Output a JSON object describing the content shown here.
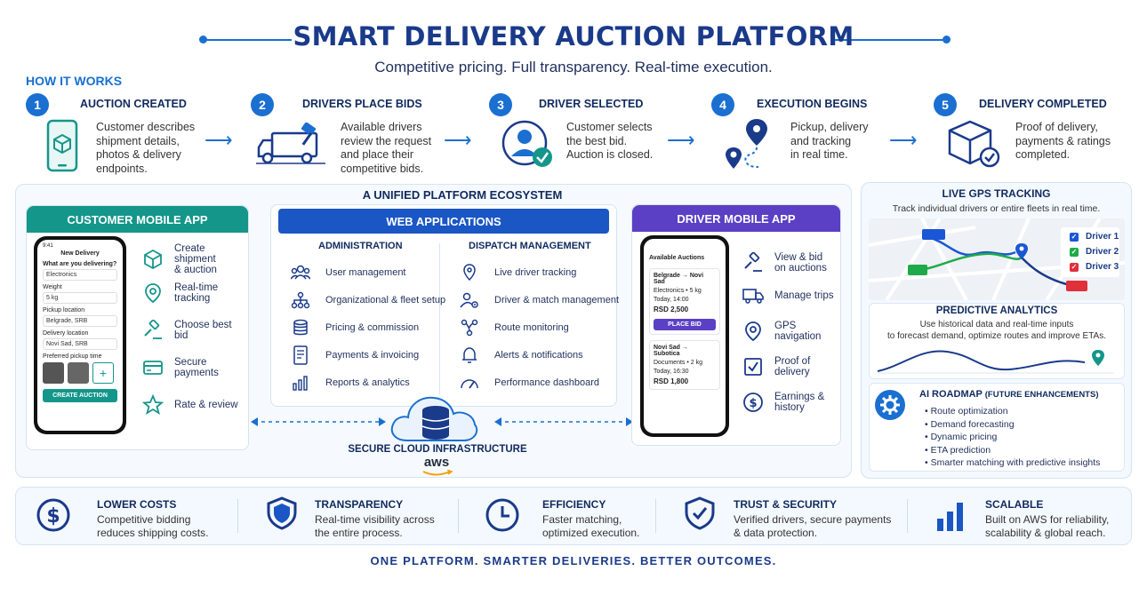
{
  "header": {
    "title": "SMART DELIVERY AUCTION PLATFORM",
    "subtitle": "Competitive pricing. Full transparency. Real-time execution."
  },
  "how_it_works": {
    "label": "HOW IT WORKS",
    "steps": [
      {
        "num": "1",
        "title": "AUCTION CREATED",
        "lines": [
          "Customer describes",
          "shipment details,",
          "photos & delivery",
          "endpoints."
        ],
        "icon": "phone-box-icon"
      },
      {
        "num": "2",
        "title": "DRIVERS PLACE BIDS",
        "lines": [
          "Available drivers",
          "review the request",
          "and place their",
          "competitive bids."
        ],
        "icon": "truck-bid-icon"
      },
      {
        "num": "3",
        "title": "DRIVER SELECTED",
        "lines": [
          "Customer selects",
          "the best bid.",
          "Auction is closed."
        ],
        "icon": "driver-check-icon"
      },
      {
        "num": "4",
        "title": "EXECUTION BEGINS",
        "lines": [
          "Pickup, delivery",
          "and tracking",
          "in real time."
        ],
        "icon": "route-pins-icon"
      },
      {
        "num": "5",
        "title": "DELIVERY COMPLETED",
        "lines": [
          "Proof of delivery,",
          "payments & ratings",
          "completed."
        ],
        "icon": "package-check-icon"
      }
    ]
  },
  "ecosystem": {
    "title": "A UNIFIED PLATFORM ECOSYSTEM",
    "customer_app": {
      "title": "CUSTOMER MOBILE APP",
      "phone": {
        "time": "9:41",
        "header": "New Delivery",
        "q": "What are you delivering?",
        "item": "Electronics",
        "weight_label": "Weight",
        "weight": "5 kg",
        "pickup_label": "Pickup location",
        "pickup": "Belgrade, SRB",
        "delivery_label": "Delivery location",
        "delivery": "Novi Sad, SRB",
        "time_label": "Preferred pickup time",
        "button": "CREATE AUCTION"
      },
      "features": [
        {
          "label_lines": [
            "Create shipment",
            "& auction"
          ],
          "icon": "box-icon"
        },
        {
          "label_lines": [
            "Real-time tracking"
          ],
          "icon": "location-pin-icon"
        },
        {
          "label_lines": [
            "Choose best bid"
          ],
          "icon": "gavel-icon"
        },
        {
          "label_lines": [
            "Secure payments"
          ],
          "icon": "credit-card-icon"
        },
        {
          "label_lines": [
            "Rate & review"
          ],
          "icon": "star-icon"
        }
      ]
    },
    "web_apps": {
      "title": "WEB APPLICATIONS",
      "admin": {
        "title": "ADMINISTRATION",
        "items": [
          {
            "label": "User management",
            "icon": "users-icon"
          },
          {
            "label": "Organizational & fleet setup",
            "icon": "org-chart-icon"
          },
          {
            "label": "Pricing & commission",
            "icon": "coins-icon"
          },
          {
            "label": "Payments & invoicing",
            "icon": "invoice-icon"
          },
          {
            "label": "Reports & analytics",
            "icon": "bar-chart-icon"
          }
        ]
      },
      "dispatch": {
        "title": "DISPATCH MANAGEMENT",
        "items": [
          {
            "label": "Live driver tracking",
            "icon": "pin-icon"
          },
          {
            "label": "Driver & match management",
            "icon": "driver-gear-icon"
          },
          {
            "label": "Route monitoring",
            "icon": "route-icon"
          },
          {
            "label": "Alerts & notifications",
            "icon": "bell-icon"
          },
          {
            "label": "Performance dashboard",
            "icon": "gauge-icon"
          }
        ]
      }
    },
    "cloud": {
      "label": "SECURE CLOUD INFRASTRUCTURE",
      "provider": "aws"
    },
    "driver_app": {
      "title": "DRIVER MOBILE APP",
      "phone": {
        "header": "Available Auctions",
        "auction1": {
          "route": "Belgrade → Novi Sad",
          "detail": "Electronics • 5 kg",
          "time": "Today, 14:00",
          "price": "RSD 2,500",
          "button": "PLACE BID"
        },
        "auction2": {
          "route": "Novi Sad → Subotica",
          "detail": "Documents • 2 kg",
          "time": "Today, 16:30",
          "price": "RSD 1,800"
        }
      },
      "features": [
        {
          "label_lines": [
            "View & bid",
            "on auctions"
          ],
          "icon": "gavel-icon"
        },
        {
          "label_lines": [
            "Manage trips"
          ],
          "icon": "truck-icon"
        },
        {
          "label_lines": [
            "GPS navigation"
          ],
          "icon": "location-pin-icon"
        },
        {
          "label_lines": [
            "Proof of delivery"
          ],
          "icon": "checkbox-icon"
        },
        {
          "label_lines": [
            "Earnings & history"
          ],
          "icon": "dollar-icon"
        }
      ]
    }
  },
  "right": {
    "gps": {
      "title": "LIVE GPS TRACKING",
      "desc": "Track individual drivers or entire fleets in real time.",
      "drivers": [
        {
          "label": "Driver 1",
          "color": "#1a56d6"
        },
        {
          "label": "Driver 2",
          "color": "#1faa4a"
        },
        {
          "label": "Driver 3",
          "color": "#e0303a"
        }
      ]
    },
    "predictive": {
      "title": "PREDICTIVE ANALYTICS",
      "desc_lines": [
        "Use historical data and real-time inputs",
        "to forecast demand, optimize routes and improve ETAs."
      ]
    },
    "roadmap": {
      "title": "AI ROADMAP",
      "title_suffix": "(FUTURE ENHANCEMENTS)",
      "items": [
        "Route optimization",
        "Demand forecasting",
        "Dynamic pricing",
        "ETA prediction",
        "Smarter matching with predictive insights"
      ]
    }
  },
  "benefits": [
    {
      "title": "LOWER COSTS",
      "lines": [
        "Competitive bidding",
        "reduces shipping costs."
      ],
      "icon": "dollar-circle-icon"
    },
    {
      "title": "TRANSPARENCY",
      "lines": [
        "Real-time visibility across",
        "the entire process."
      ],
      "icon": "shield-icon"
    },
    {
      "title": "EFFICIENCY",
      "lines": [
        "Faster matching,",
        "optimized execution."
      ],
      "icon": "clock-icon"
    },
    {
      "title": "TRUST & SECURITY",
      "lines": [
        "Verified drivers, secure payments",
        "& data protection."
      ],
      "icon": "shield-check-icon"
    },
    {
      "title": "SCALABLE",
      "lines": [
        "Built on AWS for reliability,",
        "scalability & global reach."
      ],
      "icon": "bar-chart-icon"
    }
  ],
  "footer": "ONE PLATFORM. SMARTER DELIVERIES. BETTER OUTCOMES.",
  "colors": {
    "primary": "#1a6fd1",
    "navy": "#1a3a8a",
    "teal": "#14968a",
    "purple": "#5b3fc4"
  }
}
